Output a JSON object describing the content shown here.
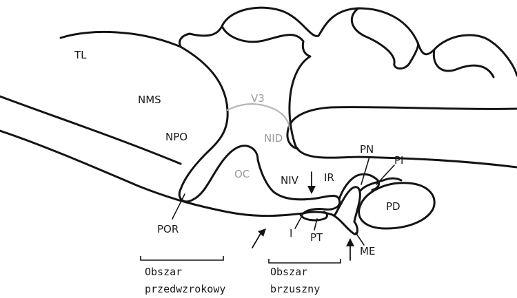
{
  "labels": {
    "tl": "TL",
    "nms": "NMS",
    "v3": "V3",
    "npo": "NPO",
    "nid": "NID",
    "oc": "OC",
    "niv": "NIV",
    "ir": "IR",
    "pn": "PN",
    "pi": "PI",
    "pd": "PD",
    "por": "POR",
    "i": "I",
    "pt": "PT",
    "me": "ME"
  },
  "regions": {
    "preoptic": {
      "line1": "Obszar",
      "line2": "przedwzrokowy"
    },
    "ventral": {
      "line1": "Obszar",
      "line2": "brzuszny"
    }
  }
}
